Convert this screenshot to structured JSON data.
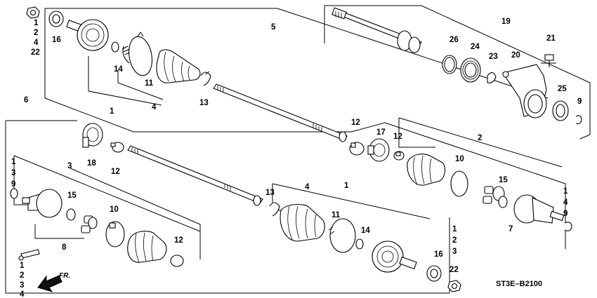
{
  "diagram_code": "ST3E–B2100",
  "front_label": "FR.",
  "callouts": {
    "left_top_stack": [
      "1",
      "2",
      "4",
      "22"
    ],
    "n16_top": "16",
    "n14_top": "14",
    "n11_top": "11",
    "n1_top": "1",
    "n4_top": "4",
    "n13_top": "13",
    "n5": "5",
    "n6": "6",
    "n19": "19",
    "n26": "26",
    "n24": "24",
    "n23": "23",
    "n20": "20",
    "n21": "21",
    "n25": "25",
    "n9_rt": "9",
    "n12_mid": "12",
    "n17": "17",
    "n12_right": "12",
    "n2": "2",
    "n10_right": "10",
    "n15_right": "15",
    "right_stack": [
      "1",
      "4",
      "9"
    ],
    "n7": "7",
    "n18": "18",
    "n12_left": "12",
    "n3": "3",
    "left_mid_stack": [
      "1",
      "3",
      "9"
    ],
    "n15_left": "15",
    "n10_left": "10",
    "n12_bl": "12",
    "n8": "8",
    "bottom_left_stack": [
      "1",
      "2",
      "3",
      "4"
    ],
    "n13_mid": "13",
    "n4_mid": "4",
    "n1_mid": "1",
    "n11_mid": "11",
    "n14_mid": "14",
    "n16_bot": "16",
    "bottom_right_stack": [
      "1",
      "2",
      "3",
      "22"
    ]
  }
}
